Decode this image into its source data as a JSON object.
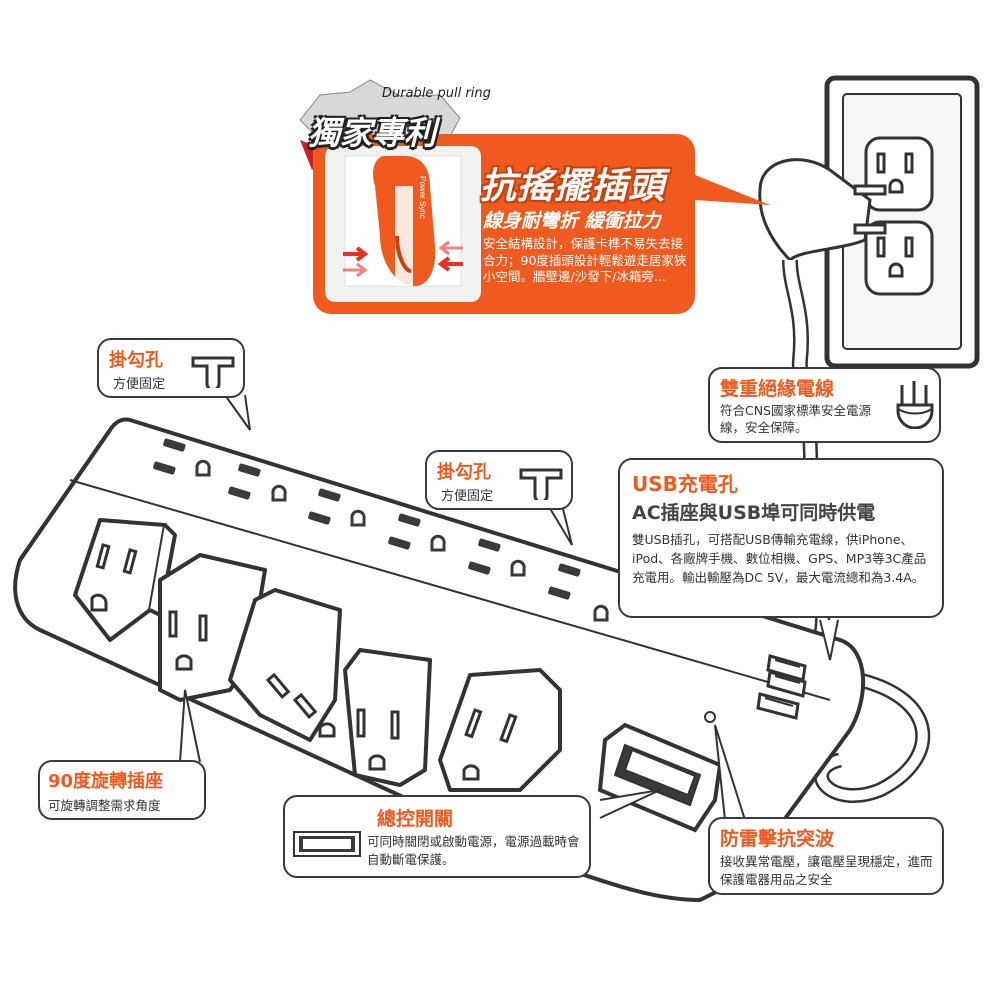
{
  "patent": {
    "badge": "獨家專利",
    "caption": "Durable pull ring",
    "heading": "抗搖擺插頭",
    "subheading": "線身耐彎折 緩衝拉力",
    "description": "安全結構設計，保護卡榫不易失去接合力；90度插頭設計輕鬆遊走居家狹小空間。牆壁邊/沙發下/冰箱旁...",
    "plug_label": "Power Sync"
  },
  "callouts": {
    "hook_left": {
      "title": "掛勾孔",
      "text": "方便固定"
    },
    "hook_mid": {
      "title": "掛勾孔",
      "text": "方便固定"
    },
    "cord": {
      "title": "雙重絕緣電線",
      "text": "符合CNS國家標準安全電源線，安全保障。"
    },
    "usb": {
      "title": "USB充電孔",
      "subtitle": "AC插座與USB埠可同時供電",
      "text": "雙USB插孔，可搭配USB傳輸充電線，供iPhone、iPod、各廠牌手機、數位相機、GPS、MP3等3C產品充電用。輸出輸壓為DC 5V，最大電流總和為3.4A。"
    },
    "rotate": {
      "title": "90度旋轉插座",
      "text": "可旋轉調整需求角度"
    },
    "switch": {
      "title": "總控開關",
      "text": "可同時關閉或啟動電源，電源過載時會自動斷電保護。"
    },
    "surge": {
      "title": "防雷擊抗突波",
      "text": "接收異常電壓，讓電壓呈現穩定，進而保護電器用品之安全"
    }
  },
  "colors": {
    "accent": "#f15a1f",
    "outline": "#3a3a3a",
    "body": "#ffffff"
  }
}
